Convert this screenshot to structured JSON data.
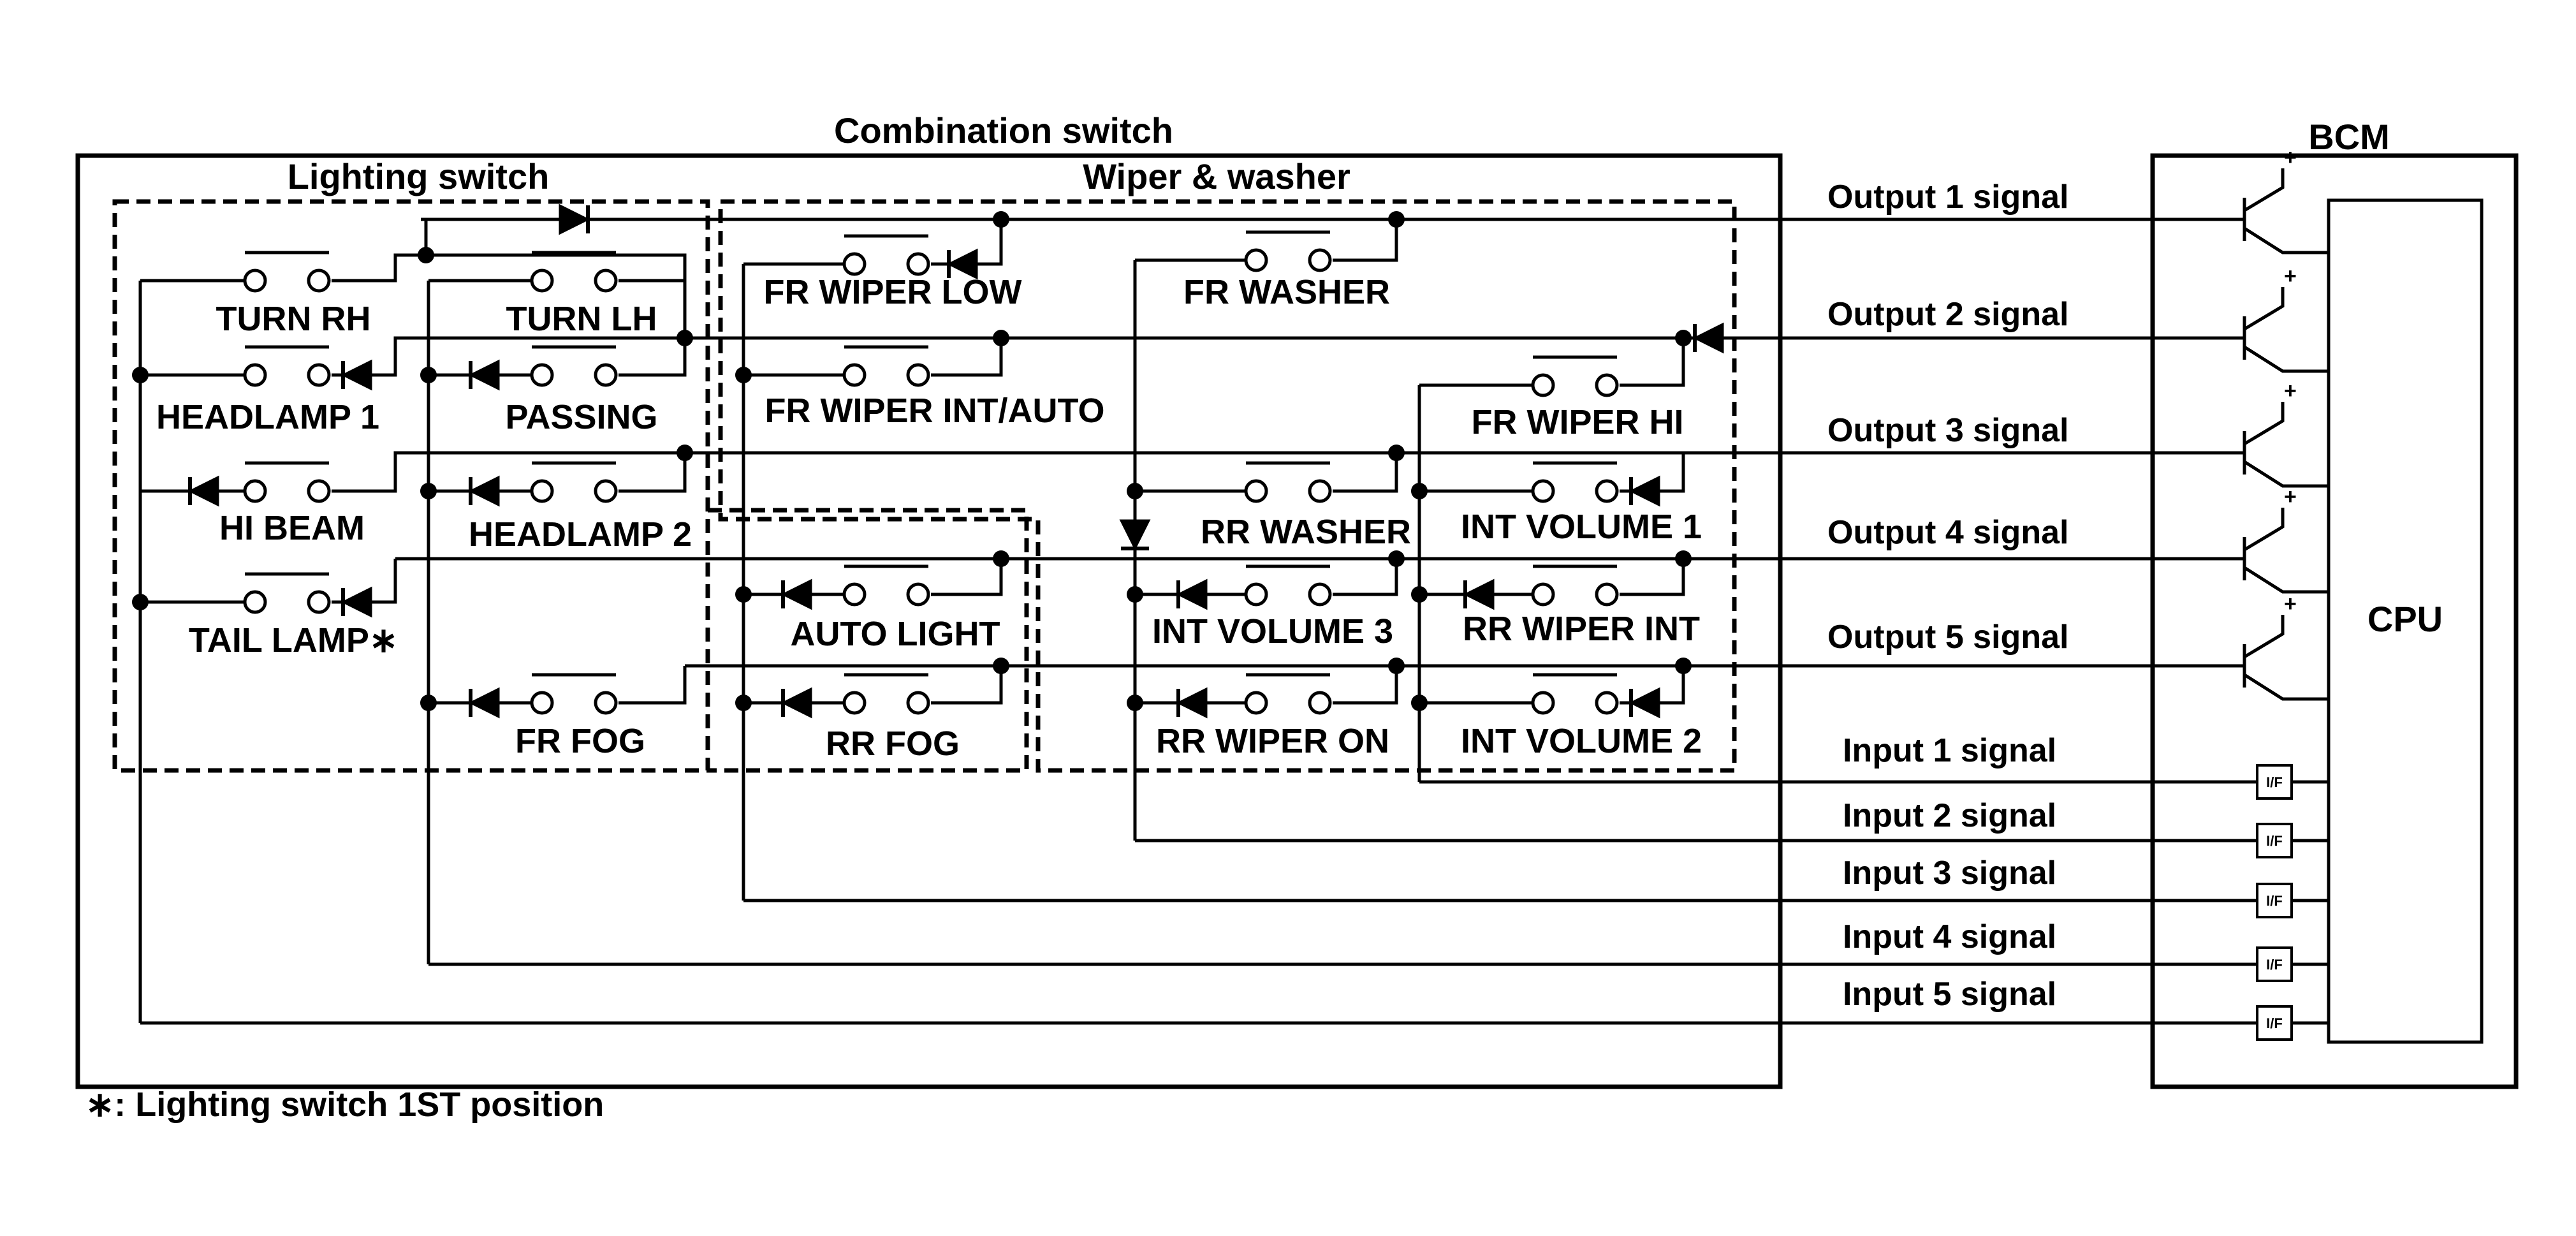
{
  "titles": {
    "combination_switch": "Combination switch",
    "lighting_switch": "Lighting switch",
    "wiper_washer": "Wiper & washer",
    "bcm": "BCM",
    "cpu": "CPU",
    "if_label": "I/F"
  },
  "footnote": "∗: Lighting switch 1ST position",
  "switches": {
    "turn_rh": "TURN RH",
    "turn_lh": "TURN LH",
    "headlamp1": "HEADLAMP 1",
    "passing": "PASSING",
    "hi_beam": "HI BEAM",
    "headlamp2": "HEADLAMP 2",
    "tail_lamp": "TAIL LAMP∗",
    "fr_fog": "FR FOG",
    "fr_wiper_low": "FR WIPER LOW",
    "fr_washer": "FR WASHER",
    "fr_wiper_int": "FR WIPER INT/AUTO",
    "fr_wiper_hi": "FR WIPER HI",
    "rr_washer": "RR WASHER",
    "int_volume1": "INT VOLUME 1",
    "auto_light": "AUTO LIGHT",
    "int_volume3": "INT VOLUME 3",
    "rr_wiper_int": "RR WIPER INT",
    "rr_fog": "RR FOG",
    "rr_wiper_on": "RR WIPER ON",
    "int_volume2": "INT VOLUME 2"
  },
  "signals": {
    "outputs": [
      "Output 1 signal",
      "Output 2 signal",
      "Output 3 signal",
      "Output 4 signal",
      "Output 5 signal"
    ],
    "inputs": [
      "Input 1 signal",
      "Input 2 signal",
      "Input 3 signal",
      "Input 4 signal",
      "Input 5 signal"
    ]
  }
}
